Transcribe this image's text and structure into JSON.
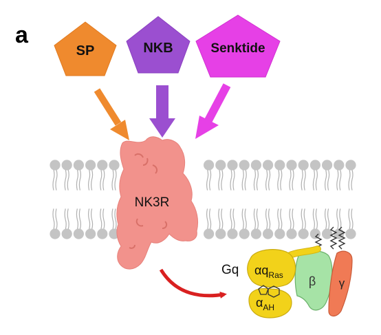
{
  "panel_label": "a",
  "ligands": [
    {
      "label": "SP",
      "color": "#ef8a2e"
    },
    {
      "label": "NKB",
      "color": "#9b4fd0"
    },
    {
      "label": "Senktide",
      "color": "#e640e6"
    }
  ],
  "receptor": {
    "label": "NK3R",
    "color": "#f2928c"
  },
  "gprotein": {
    "label": "Gq",
    "alpha_ras_label": "αq",
    "alpha_ras_sub": "Ras",
    "alpha_ah_label": "α",
    "alpha_ah_sub": "AH",
    "beta_label": "β",
    "gamma_label": "γ",
    "alpha_color": "#f2d21a",
    "beta_color": "#a6e3a6",
    "gamma_color": "#f07a55"
  },
  "membrane": {
    "head_color": "#c4c4c4",
    "tail_color": "#b0b0b0"
  },
  "activation_arrow_color": "#d92020"
}
